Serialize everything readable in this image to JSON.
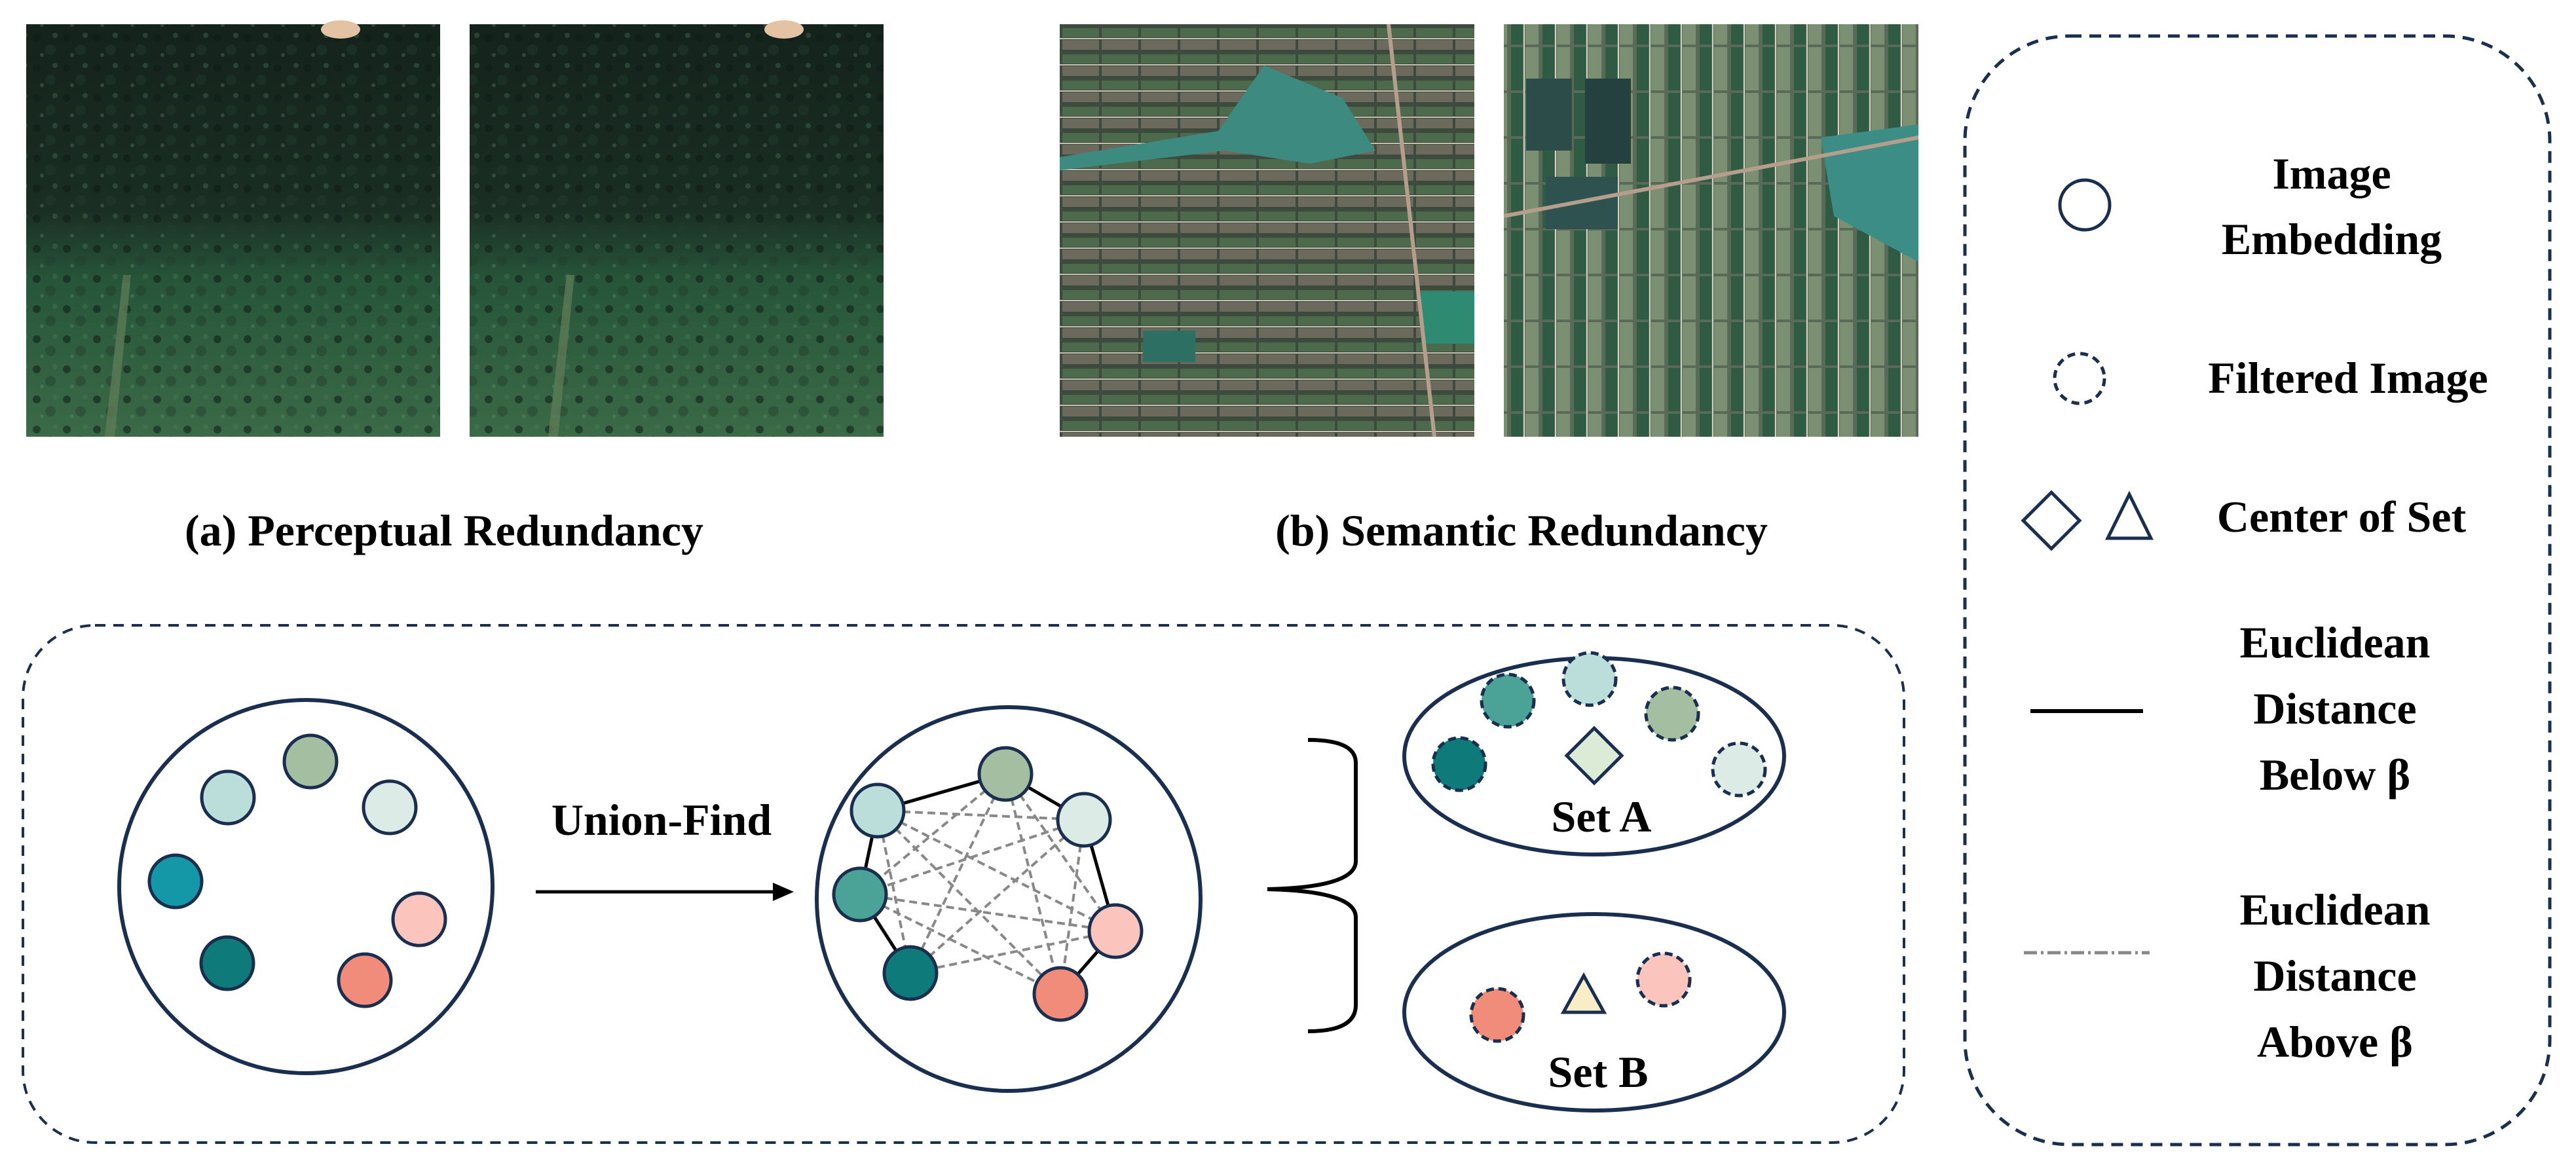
{
  "captions": {
    "perceptual": "(a) Perceptual Redundancy",
    "semantic": "(b) Semantic Redundancy"
  },
  "flow": {
    "arrow_label": "Union-Find"
  },
  "sets": {
    "set_a": "Set A",
    "set_b": "Set B"
  },
  "legend": {
    "image_embedding": [
      "Image",
      "Embedding"
    ],
    "filtered_image": "Filtered Image",
    "center_of_set": "Center of Set",
    "distance_below": [
      "Euclidean",
      "Distance",
      "Below β"
    ],
    "distance_above": [
      "Euclidean",
      "Distance",
      "Above β"
    ]
  },
  "palette": {
    "navy": "#1a2f4f",
    "teal_dark": "#0f7a7a",
    "teal": "#1497a6",
    "teal_mid": "#4aa396",
    "sage": "#a3bea1",
    "ice": "#bcdeda",
    "mist": "#dcebe5",
    "salmon": "#f28c7a",
    "blush": "#fbc4bc",
    "cream": "#f7eec7",
    "dash_gray": "#888888"
  },
  "icons": [
    "circle-icon",
    "dashed-circle-icon",
    "diamond-icon",
    "triangle-icon",
    "solid-line-icon",
    "dashed-line-icon"
  ]
}
